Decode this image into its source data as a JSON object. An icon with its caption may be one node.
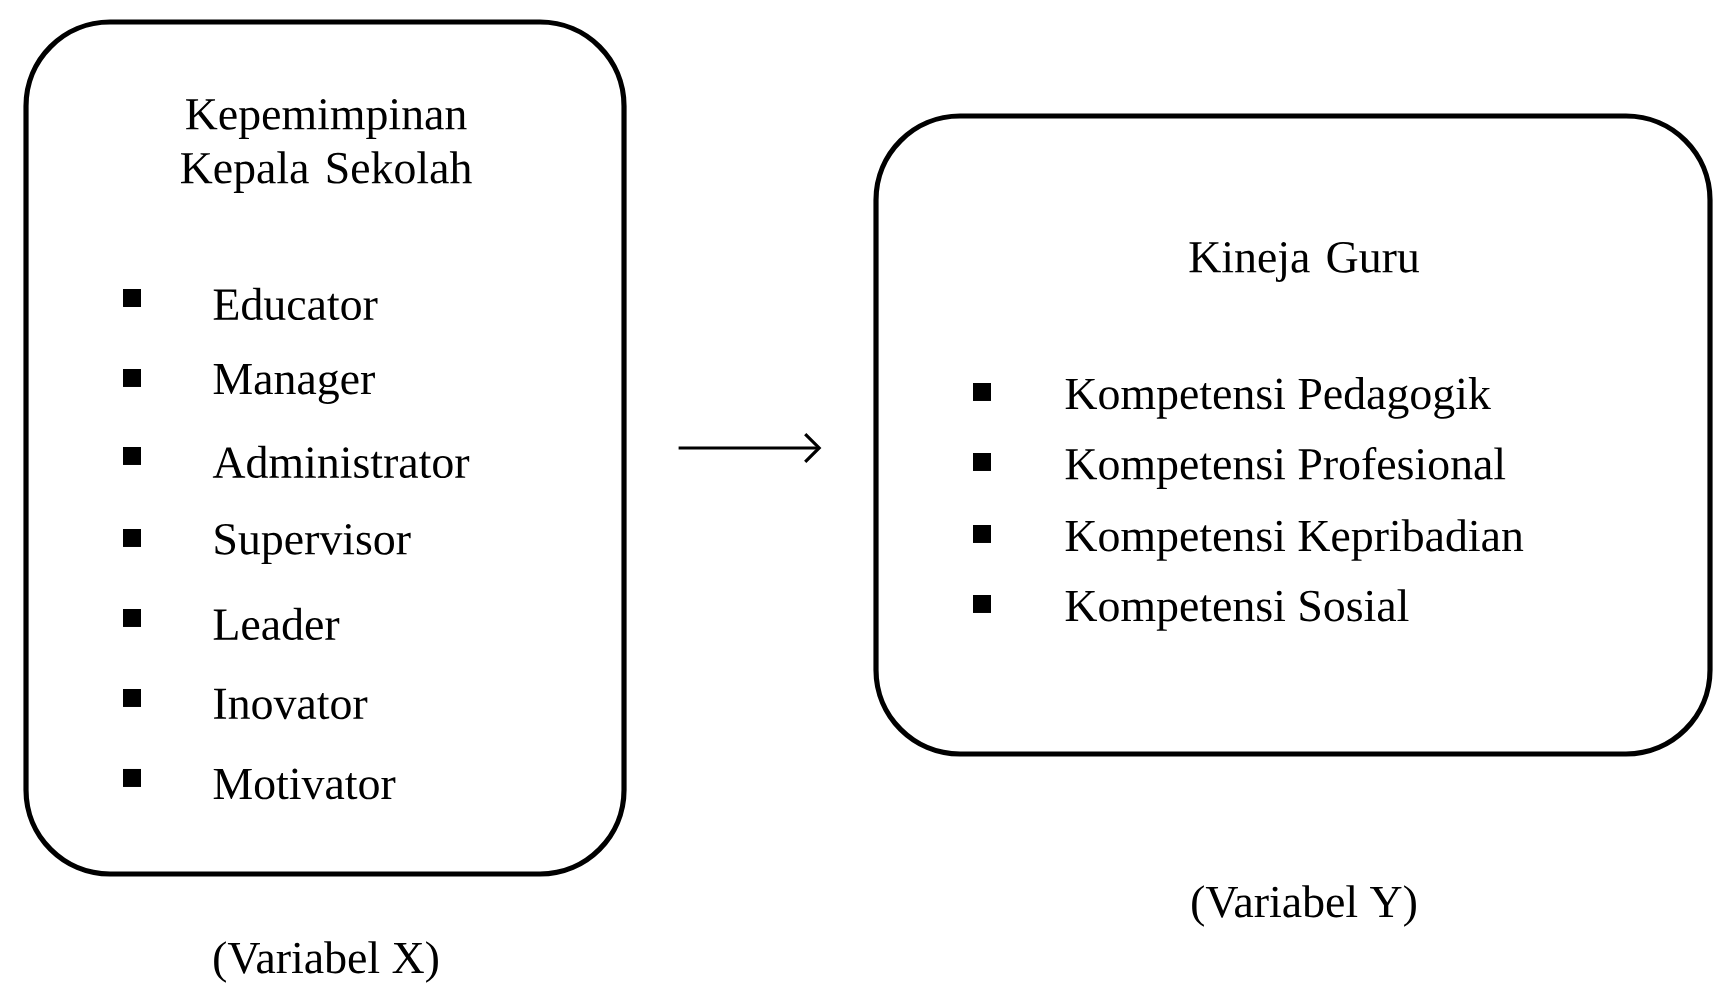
{
  "diagram": {
    "nodes": [
      {
        "text": [
          "Kepemimpinan Kepala Sekolah",
          "Educator",
          "Manager",
          "Administrator",
          "Supervisor",
          "Leader",
          "Inovator",
          "Motivator"
        ],
        "beside": [
          "(Variabel X)"
        ]
      },
      {
        "text": [
          "Kineja Guru",
          "Kompetensi Pedagogik",
          "Kompetensi Profesional",
          "Kompetensi Kepribadian",
          "Kompetensi Sosial"
        ],
        "beside": [
          "(Variabel Y)"
        ]
      }
    ],
    "edges": [
      {
        "from": 0,
        "to": 1,
        "arrow": "to"
      }
    ]
  }
}
